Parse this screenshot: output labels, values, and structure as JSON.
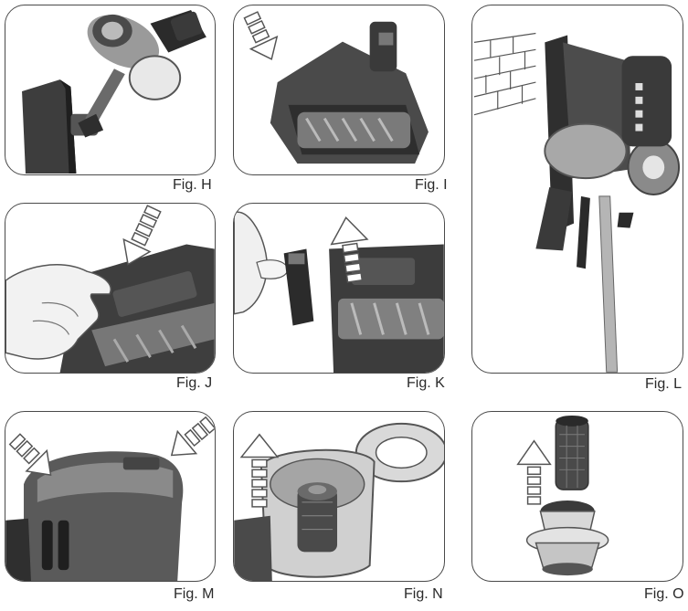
{
  "figures": {
    "h": {
      "label": "Fig. H"
    },
    "i": {
      "label": "Fig. I"
    },
    "j": {
      "label": "Fig. J"
    },
    "k": {
      "label": "Fig. K"
    },
    "l": {
      "label": "Fig. L"
    },
    "m": {
      "label": "Fig. M"
    },
    "n": {
      "label": "Fig. N"
    },
    "o": {
      "label": "Fig. O"
    }
  },
  "colors": {
    "frame": "#4a4a4a",
    "dark": "#3b3b3b",
    "mid": "#8a8a8a",
    "light": "#cfcfcf"
  }
}
